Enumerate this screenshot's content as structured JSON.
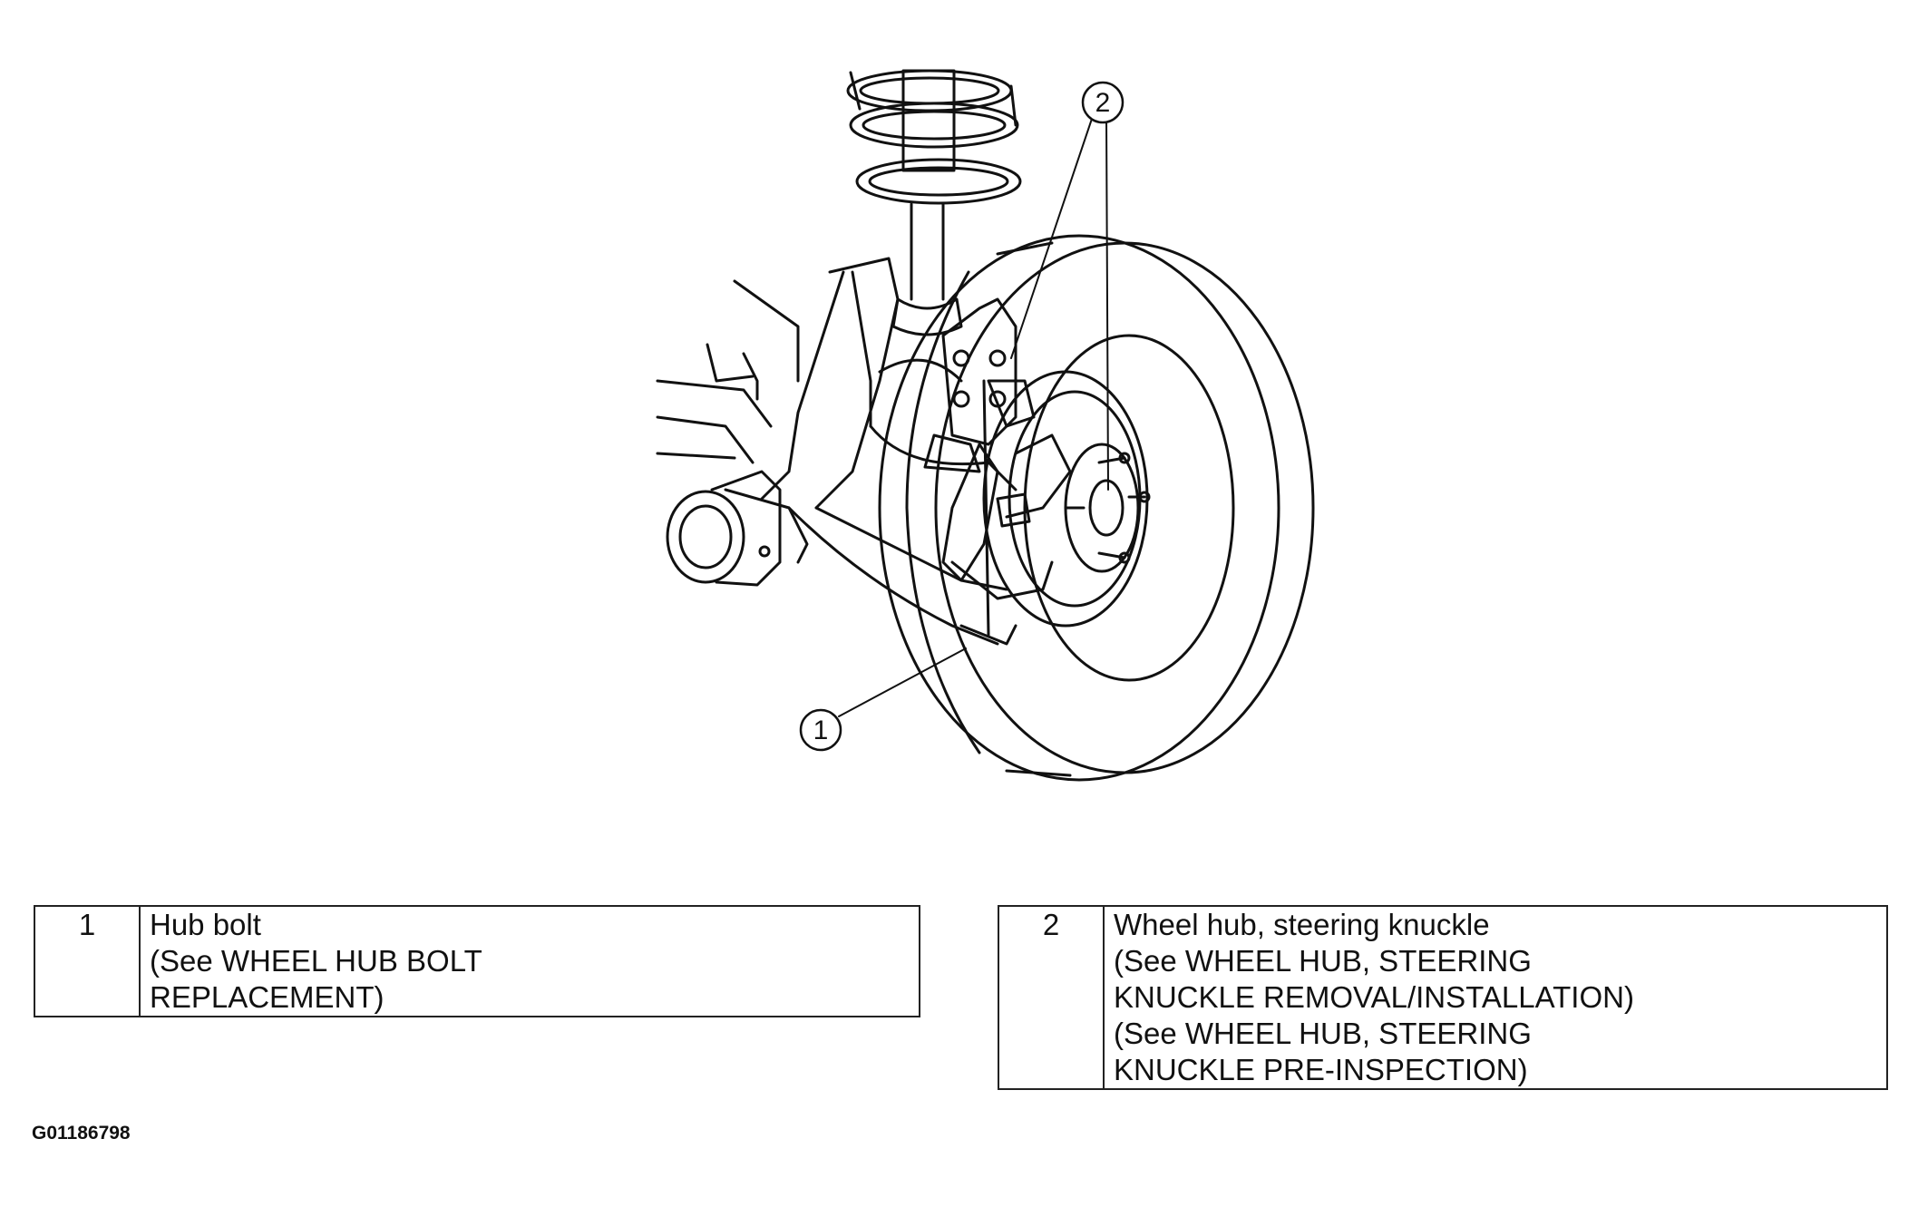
{
  "callouts": [
    {
      "number": "1"
    },
    {
      "number": "2"
    }
  ],
  "legend": [
    {
      "number": "1",
      "lines": [
        "Hub bolt",
        "(See WHEEL HUB BOLT",
        "REPLACEMENT)"
      ]
    },
    {
      "number": "2",
      "lines": [
        "Wheel hub, steering knuckle",
        "(See WHEEL HUB, STEERING",
        "KNUCKLE REMOVAL/INSTALLATION)",
        "(See WHEEL HUB, STEERING",
        "KNUCKLE PRE-INSPECTION)"
      ]
    }
  ],
  "figure_id": "G01186798"
}
